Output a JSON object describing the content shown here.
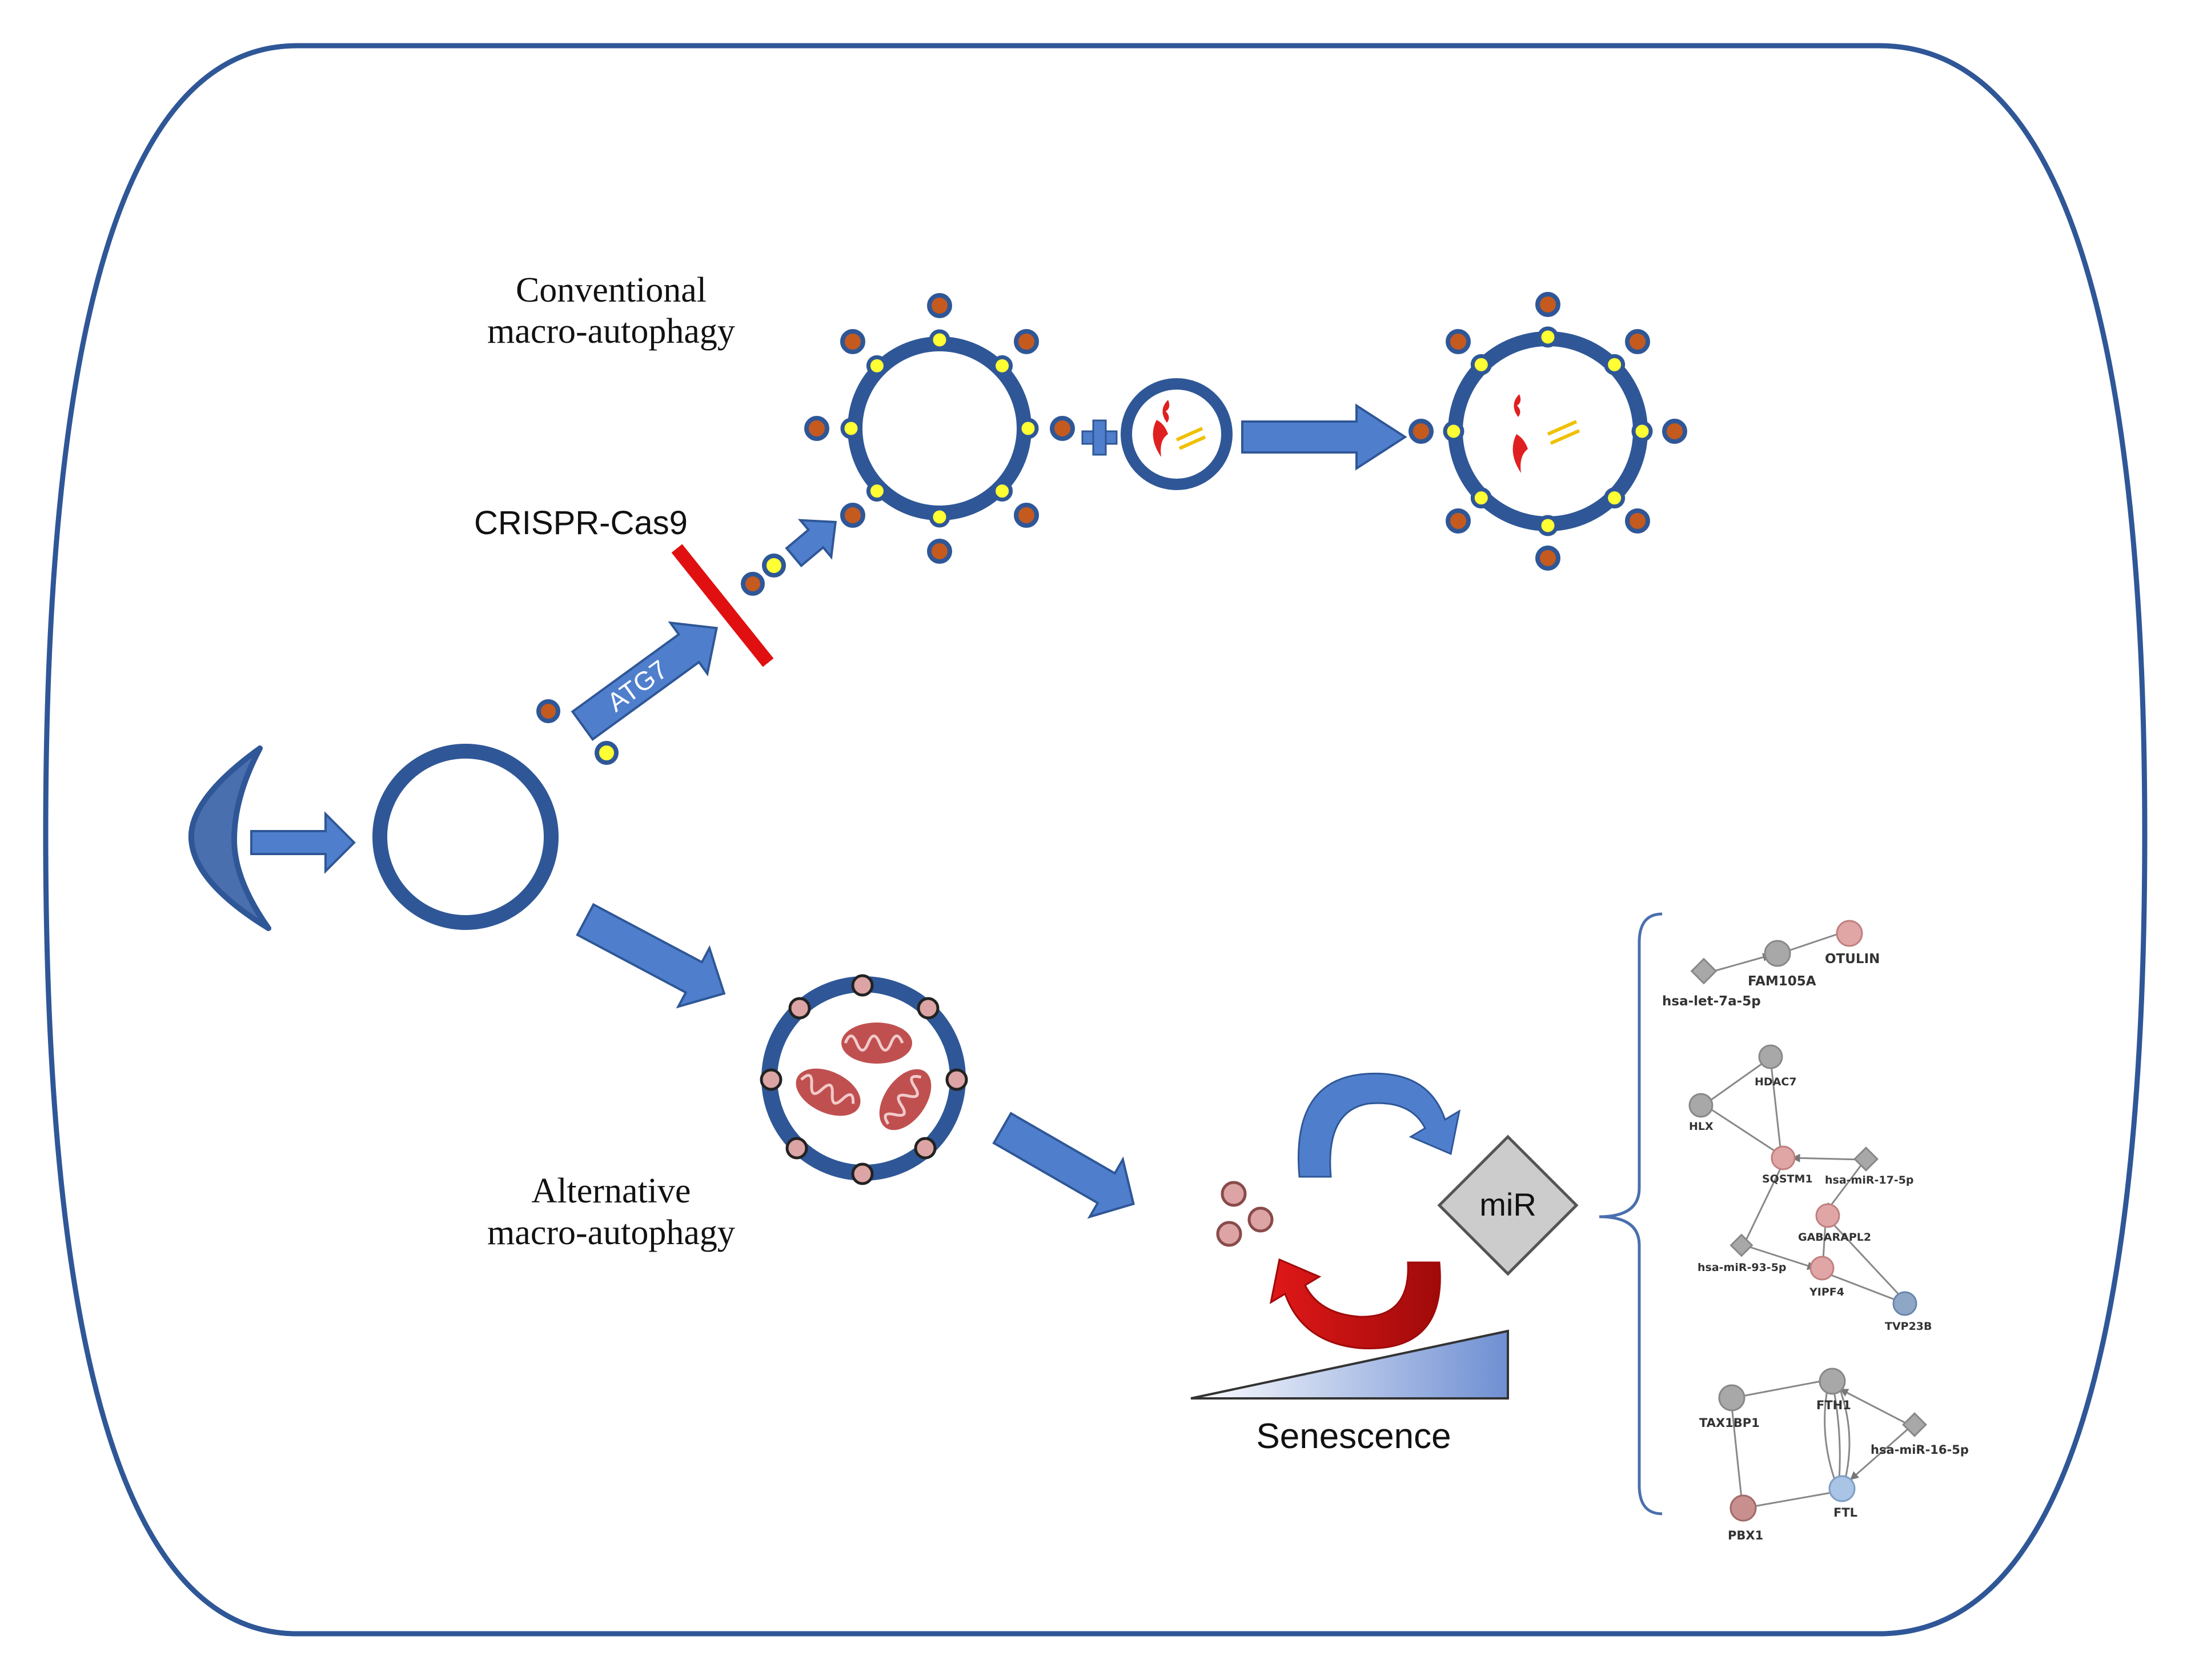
{
  "labels": {
    "conventional_line1": "Conventional",
    "conventional_line2": "macro-autophagy",
    "crispr": "CRISPR-Cas9",
    "atg7": "ATG7",
    "alternative_line1": "Alternative",
    "alternative_line2": "macro-autophagy",
    "mir": "miR",
    "senescence": "Senescence"
  },
  "networks": [
    {
      "nodes": [
        {
          "id": "hsa-let-7a-5p",
          "label": "hsa-let-7a-5p",
          "kind": "mirna-diamond",
          "color": "#a8a8a8"
        },
        {
          "id": "FAM105A",
          "label": "FAM105A",
          "kind": "gene-circle",
          "color": "#a8a8a8"
        },
        {
          "id": "OTULIN",
          "label": "OTULIN",
          "kind": "gene-circle",
          "color": "#e0a6a6"
        }
      ]
    },
    {
      "nodes": [
        {
          "id": "HDAC7",
          "label": "HDAC7",
          "kind": "gene-circle",
          "color": "#a8a8a8"
        },
        {
          "id": "HLX",
          "label": "HLX",
          "kind": "gene-circle",
          "color": "#a8a8a8"
        },
        {
          "id": "SQSTM1",
          "label": "SQSTM1",
          "kind": "gene-circle",
          "color": "#e0a6a6"
        },
        {
          "id": "hsa-miR-17-5p",
          "label": "hsa-miR-17-5p",
          "kind": "mirna-diamond",
          "color": "#a8a8a8"
        },
        {
          "id": "GABARAPL2",
          "label": "GABARAPL2",
          "kind": "gene-circle",
          "color": "#e0a6a6"
        },
        {
          "id": "hsa-miR-93-5p",
          "label": "hsa-miR-93-5p",
          "kind": "mirna-diamond",
          "color": "#a8a8a8"
        },
        {
          "id": "YIPF4",
          "label": "YIPF4",
          "kind": "gene-circle",
          "color": "#e0a6a6"
        },
        {
          "id": "TVP23B",
          "label": "TVP23B",
          "kind": "gene-circle",
          "color": "#8fa7c6"
        }
      ]
    },
    {
      "nodes": [
        {
          "id": "TAX1BP1",
          "label": "TAX1BP1",
          "kind": "gene-circle",
          "color": "#a8a8a8"
        },
        {
          "id": "FTH1",
          "label": "FTH1",
          "kind": "gene-circle",
          "color": "#a8a8a8"
        },
        {
          "id": "hsa-miR-16-5p",
          "label": "hsa-miR-16-5p",
          "kind": "mirna-diamond",
          "color": "#a8a8a8"
        },
        {
          "id": "PBX1",
          "label": "PBX1",
          "kind": "gene-circle",
          "color": "#c98f8f"
        },
        {
          "id": "FTL",
          "label": "FTL",
          "kind": "gene-circle",
          "color": "#a9c4e4"
        }
      ]
    }
  ],
  "colors": {
    "outline_blue": "#2f5797",
    "arrow_blue": "#4f7fcc",
    "orange_dot": "#c55a1f",
    "yellow_dot": "#ffff33",
    "cargo_red": "#e02020",
    "cargo_yellow": "#f0c000",
    "mito_red": "#c05050",
    "pink_dot": "#dca4a4",
    "block_red": "#e01010",
    "diamond_gray": "#cccccc"
  }
}
